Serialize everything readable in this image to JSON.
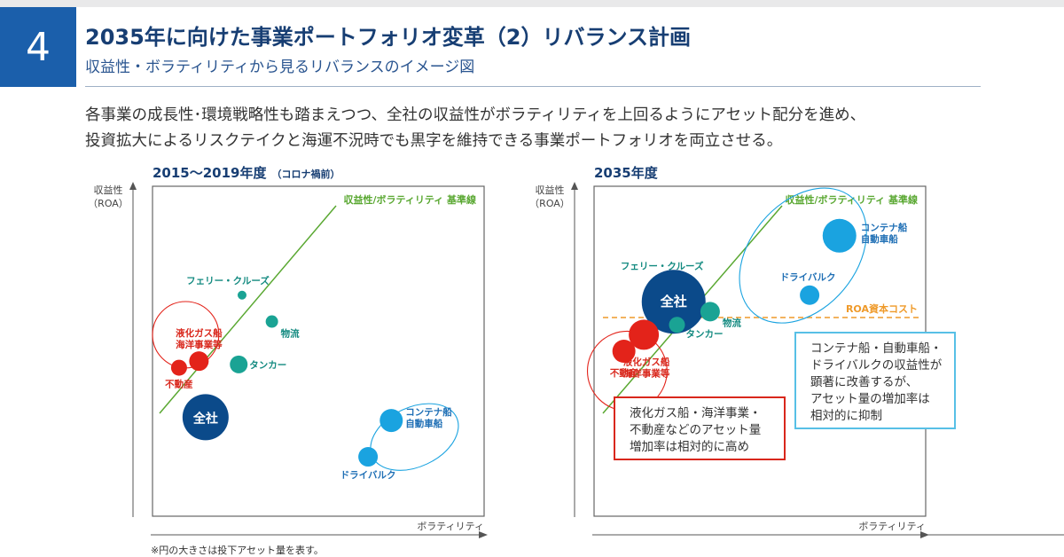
{
  "header": {
    "section_number": "4",
    "title": "2035年に向けた事業ポートフォリオ変革（2）リバランス計画",
    "subtitle": "収益性・ボラティリティから見るリバランスのイメージ図"
  },
  "intro": {
    "line1": "各事業の成長性･環境戦略性も踏まえつつ、全社の収益性がボラティリティを上回るようにアセット配分を進め、",
    "line2": "投資拡大によるリスクテイクと海運不況時でも黒字を維持できる事業ポートフォリオを両立させる。"
  },
  "colors": {
    "navy": "#0b4a8a",
    "teal": "#1aa394",
    "red": "#e3231a",
    "cyan": "#1aa3e0",
    "green": "#5aa832",
    "orange": "#ef9a2a",
    "teal_text": "#138a80",
    "red_text": "#d9271c",
    "blue_text": "#1f6fb5"
  },
  "chart_data": [
    {
      "type": "bubble",
      "heading": "2015〜2019年度",
      "heading_note": "（コロナ禍前）",
      "ylabel": "収益性",
      "ylabel2": "（ROA）",
      "xlabel": "ボラティリティ",
      "baseline_label": "収益性/ボラティリティ 基準線",
      "group_circles": [
        {
          "name": "red-group",
          "cx": 0.1,
          "cy": 0.45,
          "r": 0.1,
          "color": "red"
        },
        {
          "name": "blue-group",
          "cx": 0.79,
          "cy": 0.76,
          "rx": 0.14,
          "ry": 0.09,
          "rotate": -25,
          "color": "cyan"
        }
      ],
      "bubbles": [
        {
          "label": "フェリー・クルーズ",
          "x": 0.27,
          "y": 0.33,
          "size": 5,
          "color": "teal",
          "text_color": "teal_text",
          "label_dx": -16,
          "label_dy": -13,
          "anchor": "middle"
        },
        {
          "label": "物流",
          "x": 0.36,
          "y": 0.41,
          "size": 7,
          "color": "teal",
          "text_color": "teal_text",
          "label_dx": 10,
          "label_dy": 17,
          "anchor": "start"
        },
        {
          "label": "タンカー",
          "x": 0.26,
          "y": 0.54,
          "size": 10,
          "color": "teal",
          "text_color": "teal_text",
          "label_dx": 12,
          "label_dy": 4,
          "anchor": "start"
        },
        {
          "label": "液化ガス船",
          "label2": "海洋事業等",
          "x": 0.14,
          "y": 0.53,
          "size": 11,
          "color": "red",
          "text_color": "red_text",
          "label_dx": 0,
          "label_dy": -28,
          "anchor": "middle"
        },
        {
          "label": "不動産",
          "x": 0.08,
          "y": 0.55,
          "size": 9,
          "color": "red",
          "text_color": "red_text",
          "label_dx": 0,
          "label_dy": 22,
          "anchor": "middle"
        },
        {
          "label": "全社",
          "x": 0.16,
          "y": 0.7,
          "size": 26,
          "color": "navy",
          "text_color": "white",
          "label_dx": 0,
          "label_dy": 6,
          "anchor": "middle",
          "inside": true
        },
        {
          "label": "コンテナ船",
          "label2": "自動車船",
          "x": 0.72,
          "y": 0.71,
          "size": 13,
          "color": "cyan",
          "text_color": "blue_text",
          "label_dx": 16,
          "label_dy": -6,
          "anchor": "start"
        },
        {
          "label": "ドライバルク",
          "x": 0.65,
          "y": 0.82,
          "size": 11,
          "color": "cyan",
          "text_color": "blue_text",
          "label_dx": 0,
          "label_dy": 24,
          "anchor": "middle"
        }
      ]
    },
    {
      "type": "bubble",
      "heading": "2035年度",
      "ylabel": "収益性",
      "ylabel2": "（ROA）",
      "xlabel": "ボラティリティ",
      "baseline_label": "収益性/ボラティリティ 基準線",
      "cost_line_label": "ROA資本コスト",
      "group_circles": [
        {
          "name": "red-group",
          "cx": 0.1,
          "cy": 0.56,
          "r": 0.12,
          "color": "red"
        },
        {
          "name": "blue-group",
          "cx": 0.63,
          "cy": 0.21,
          "rx": 0.16,
          "ry": 0.23,
          "rotate": 40,
          "color": "cyan"
        }
      ],
      "bubbles": [
        {
          "label": "フェリー・クルーズ",
          "x": 0.28,
          "y": 0.3,
          "size": 6,
          "color": "teal",
          "text_color": "teal_text",
          "label_dx": -28,
          "label_dy": -18,
          "anchor": "middle"
        },
        {
          "label": "全社",
          "x": 0.24,
          "y": 0.35,
          "size": 36,
          "color": "navy",
          "text_color": "white",
          "label_dx": 0,
          "label_dy": 5,
          "anchor": "middle",
          "inside": true
        },
        {
          "label": "物流",
          "x": 0.35,
          "y": 0.38,
          "size": 11,
          "color": "teal",
          "text_color": "teal_text",
          "label_dx": 14,
          "label_dy": 16,
          "anchor": "start"
        },
        {
          "label": "タンカー",
          "x": 0.25,
          "y": 0.42,
          "size": 9,
          "color": "teal",
          "text_color": "teal_text",
          "label_dx": 10,
          "label_dy": 14,
          "anchor": "start"
        },
        {
          "label": "液化ガス船",
          "label2": "海洋事業等",
          "x": 0.15,
          "y": 0.45,
          "size": 17,
          "color": "red",
          "text_color": "red_text",
          "label_dx": 3,
          "label_dy": 34,
          "anchor": "middle"
        },
        {
          "label": "不動産",
          "x": 0.09,
          "y": 0.5,
          "size": 13,
          "color": "red",
          "text_color": "red_text",
          "label_dx": 0,
          "label_dy": 28,
          "anchor": "middle"
        },
        {
          "label": "コンテナ船",
          "label2": "自動車船",
          "x": 0.74,
          "y": 0.15,
          "size": 19,
          "color": "cyan",
          "text_color": "blue_text",
          "label_dx": 24,
          "label_dy": -6,
          "anchor": "start"
        },
        {
          "label": "ドライバルク",
          "x": 0.65,
          "y": 0.33,
          "size": 11,
          "color": "cyan",
          "text_color": "blue_text",
          "label_dx": -2,
          "label_dy": -17,
          "anchor": "middle"
        }
      ]
    }
  ],
  "callouts": {
    "red": [
      "液化ガス船・海洋事業・",
      "不動産などのアセット量",
      "増加率は相対的に高め"
    ],
    "blue": [
      "コンテナ船・自動車船・",
      "ドライバルクの収益性が",
      "顕著に改善するが、",
      "アセット量の増加率は",
      "相対的に抑制"
    ]
  },
  "footnote": "※円の大きさは投下アセット量を表す。"
}
